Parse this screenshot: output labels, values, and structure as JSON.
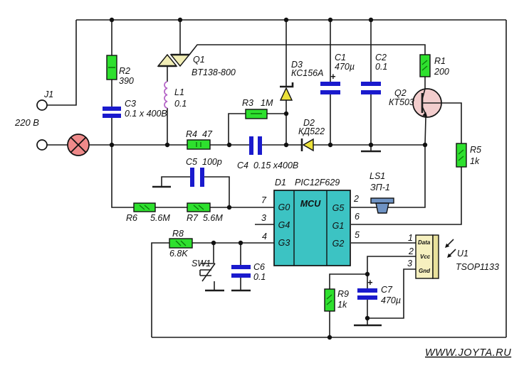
{
  "schematic": {
    "watermark": "WWW.JOYTA.RU",
    "input": {
      "connector": "J1",
      "voltage": "220 В"
    },
    "resistors": {
      "R1": {
        "ref": "R1",
        "value": "200"
      },
      "R2": {
        "ref": "R2",
        "value": "390"
      },
      "R3": {
        "ref": "R3",
        "value": "1M"
      },
      "R4": {
        "ref": "R4",
        "value": "47"
      },
      "R5": {
        "ref": "R5",
        "value": "1k"
      },
      "R6": {
        "ref": "R6",
        "value": "5.6M"
      },
      "R7": {
        "ref": "R7",
        "value": "5.6M"
      },
      "R8": {
        "ref": "R8",
        "value": "6.8K"
      },
      "R9": {
        "ref": "R9",
        "value": "1k"
      }
    },
    "capacitors": {
      "C1": {
        "ref": "C1",
        "value": "470µ",
        "plus": "+"
      },
      "C2": {
        "ref": "C2",
        "value": "0.1"
      },
      "C3": {
        "ref": "C3",
        "value": "0.1 x 400В"
      },
      "C4": {
        "ref": "C4",
        "value": "0.15 x400В"
      },
      "C5": {
        "ref": "C5",
        "value": "100p"
      },
      "C6": {
        "ref": "C6",
        "value": "0.1"
      },
      "C7": {
        "ref": "C7",
        "value": "470µ",
        "plus": "+"
      }
    },
    "diodes": {
      "D2": {
        "ref": "D2",
        "value": "КД522"
      },
      "D3": {
        "ref": "D3",
        "value": "КС156А"
      }
    },
    "semiconductors": {
      "Q1": {
        "ref": "Q1",
        "value": "BT138-800"
      },
      "Q2": {
        "ref": "Q2",
        "value": "КТ503"
      }
    },
    "inductor": {
      "ref": "L1",
      "value": "0.1"
    },
    "buzzer": {
      "ref": "LS1",
      "value": "ЗП-1"
    },
    "switch": {
      "ref": "SW1"
    },
    "mcu": {
      "ref": "D1",
      "part": "PIC12F629",
      "core_label": "MCU",
      "left_pins": [
        {
          "num": "7",
          "name": "G0"
        },
        {
          "num": "3",
          "name": "G4"
        },
        {
          "num": "4",
          "name": "G3"
        }
      ],
      "right_pins": [
        {
          "num": "2",
          "name": "G5"
        },
        {
          "num": "6",
          "name": "G1"
        },
        {
          "num": "5",
          "name": "G2"
        }
      ]
    },
    "ir_receiver": {
      "ref": "U1",
      "part": "TSOP1133",
      "pins": [
        {
          "num": "1",
          "name": "Data"
        },
        {
          "num": "2",
          "name": "Vcc"
        },
        {
          "num": "3",
          "name": "Gnd"
        }
      ]
    },
    "colors": {
      "wire": "#1c1c1c",
      "resistor": "#2ee02e",
      "capacitor": "#1a1acd",
      "diode": "#ece23a",
      "triac": "#f2eeb6",
      "mcu_fill": "#3cc3c3",
      "tsop_fill": "#f6f0bf",
      "tsop_edge": "#e9e19b",
      "lamp": "#ef8a8a",
      "transistor": "#f3cdcd",
      "buzzer": "#6f93c4",
      "coil": "#b565c8",
      "plus": "#2233cc",
      "pin_text": "#8a3000",
      "label": "#111111"
    }
  }
}
